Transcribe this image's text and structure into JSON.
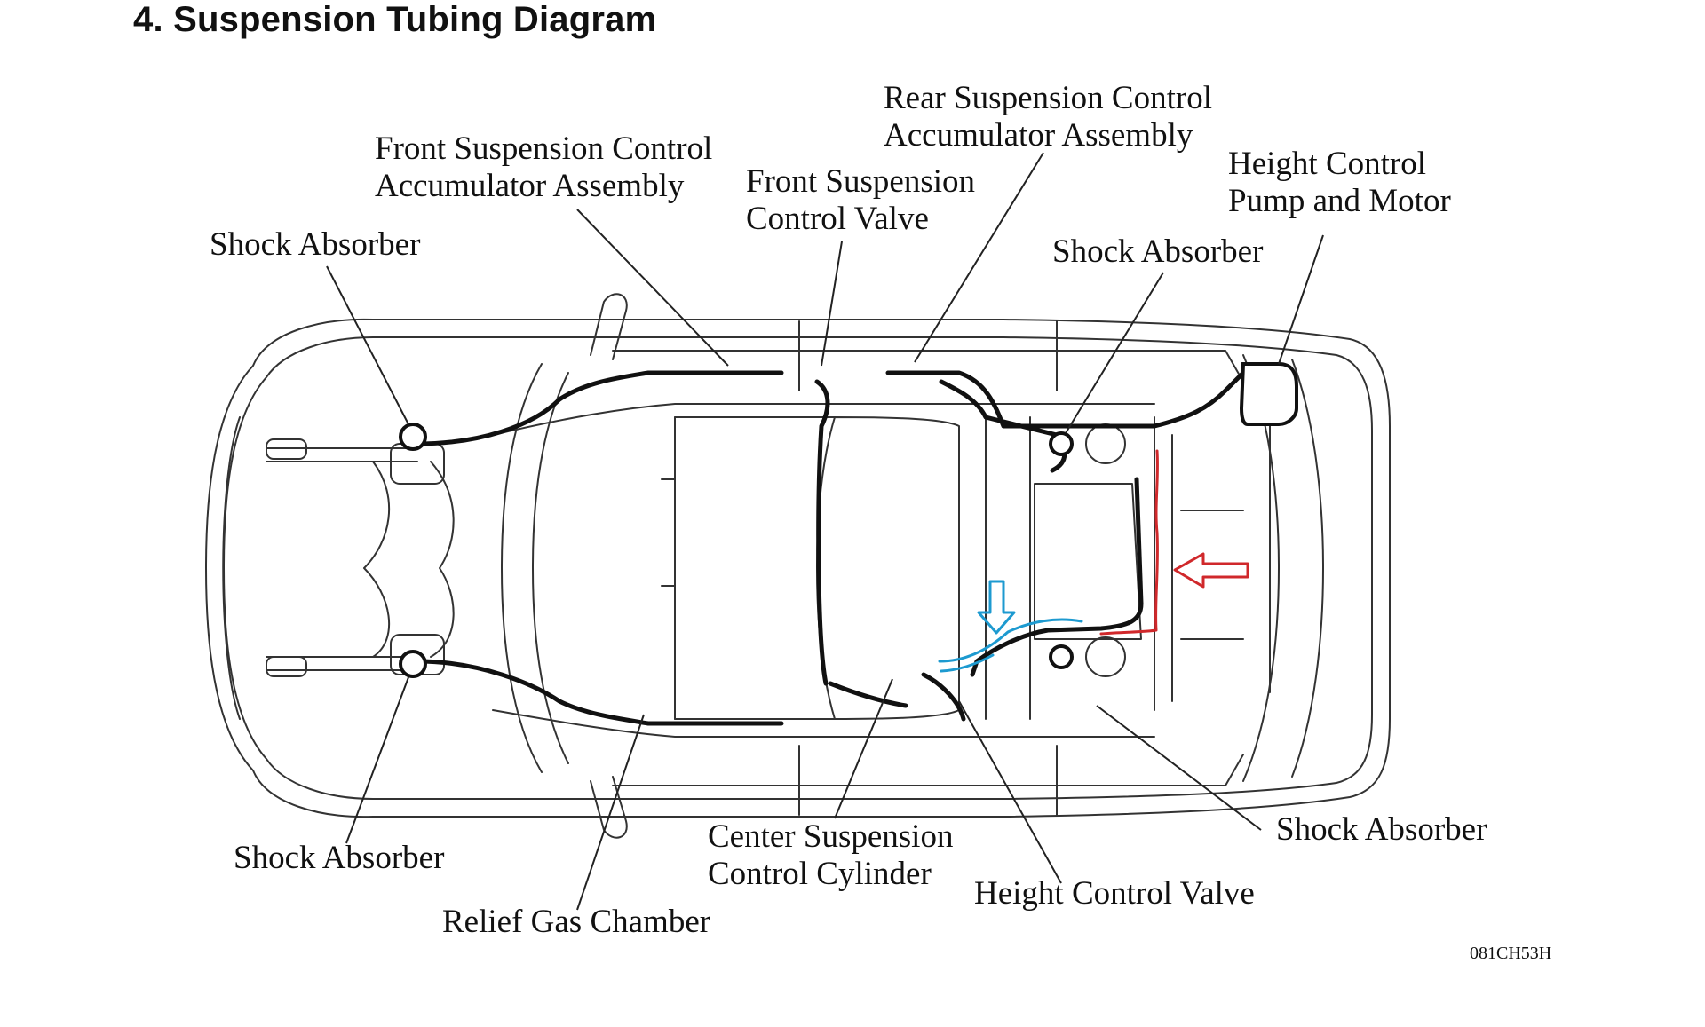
{
  "heading": "4.  Suspension Tubing Diagram",
  "labels": {
    "front_accumulator": [
      "Front Suspension Control",
      "Accumulator Assembly"
    ],
    "rear_accumulator": [
      "Rear Suspension Control",
      "Accumulator Assembly"
    ],
    "front_control_valve": [
      "Front Suspension",
      "Control Valve"
    ],
    "height_control_pump": [
      "Height Control",
      "Pump and Motor"
    ],
    "shock_front_upper": "Shock Absorber",
    "shock_rear_upper": "Shock Absorber",
    "shock_front_lower": "Shock Absorber",
    "shock_rear_lower": "Shock Absorber",
    "center_cylinder": [
      "Center Suspension",
      "Control Cylinder"
    ],
    "height_control_valve": "Height Control Valve",
    "relief_gas_chamber": "Relief Gas Chamber"
  },
  "figure_code": "081CH53H",
  "colors": {
    "outline": "#333333",
    "tubing": "#111111",
    "red_annotation": "#d0282b",
    "blue_annotation": "#1d9ad0"
  }
}
